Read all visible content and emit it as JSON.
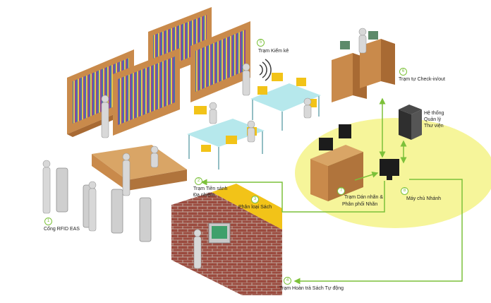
{
  "stations": [
    {
      "num": "1",
      "label": "Cổng RFID EAS"
    },
    {
      "num": "2",
      "label_line1": "Trạm Tiền sảnh",
      "label_line2": "Đa nhiệm"
    },
    {
      "num": "3",
      "label": "Phân loại Sách"
    },
    {
      "num": "4",
      "label": "Trạm Hoàn trả Sách Tự động"
    },
    {
      "num": "5",
      "label": "Trạm Kiểm kê"
    },
    {
      "num": "6",
      "label": "Trạm tự Check-in/out"
    },
    {
      "num": "7",
      "label_line1": "Trạm Dán nhãn &",
      "label_line2": "Phân phối Nhãn"
    },
    {
      "num": "8",
      "label": "Máy chủ Nhánh"
    }
  ],
  "library_system": {
    "line1": "Hệ thống",
    "line2": "Quản lý",
    "line3": "Thư viện"
  },
  "colors": {
    "connector": "#7cc13a",
    "server_zone": "#f6f59a",
    "wood": "#c98a4b",
    "brick": "#9b4a3e"
  }
}
